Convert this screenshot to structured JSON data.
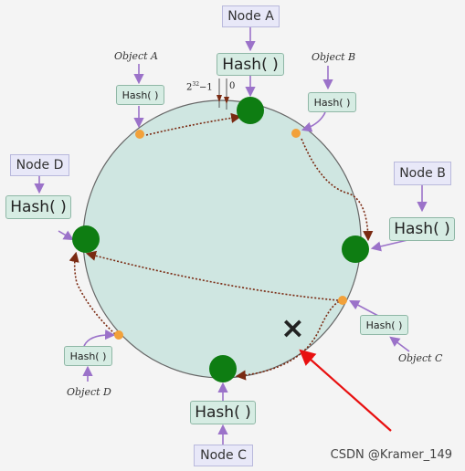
{
  "nodes": {
    "a": {
      "label": "Node A",
      "hash": "Hash( )"
    },
    "b": {
      "label": "Node B",
      "hash": "Hash( )"
    },
    "c": {
      "label": "Node C",
      "hash": "Hash( )"
    },
    "d": {
      "label": "Node D",
      "hash": "Hash( )"
    }
  },
  "objects": {
    "a": {
      "label": "Object A",
      "hash": "Hash( )"
    },
    "b": {
      "label": "Object B",
      "hash": "Hash( )"
    },
    "c": {
      "label": "Object C",
      "hash": "Hash( )"
    },
    "d": {
      "label": "Object D",
      "hash": "Hash( )"
    }
  },
  "ring": {
    "max_label_base": "2",
    "max_label_exp": "32",
    "max_label_suffix": "−1",
    "zero_label": "0",
    "removed_marker": "×"
  },
  "colors": {
    "ring_fill": "#cfe6e1",
    "node_dot": "#0e7d12",
    "object_dot": "#f2a13a",
    "arrow_purple": "#9b72c9",
    "path_brown": "#7a2a12",
    "alert_red": "#e81010"
  },
  "watermark": "CSDN @Kramer_149"
}
